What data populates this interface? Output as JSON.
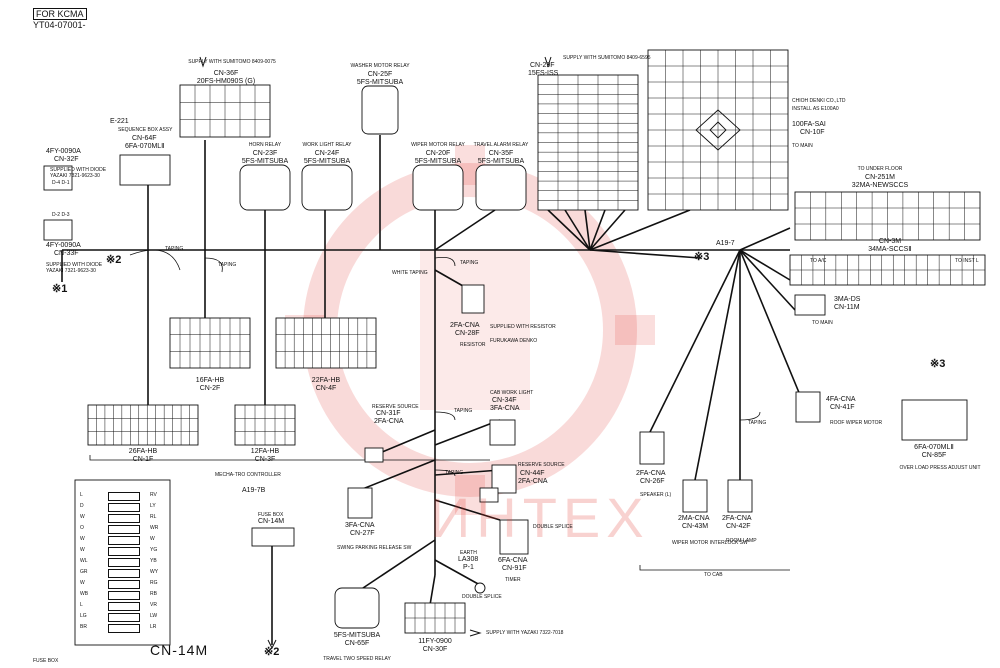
{
  "header": {
    "variant": "FOR KCMA",
    "doc_number": "YT04-07001-"
  },
  "watermark_text": "ИНТЕХ",
  "colors": {
    "line": "#111111",
    "watermark": "#e0302a"
  },
  "trunk": {
    "harness_id": "A19-7",
    "taping": "TAPING",
    "white_taping": "WHITE TAPING",
    "double_splice": "DOUBLE SPLICE",
    "mecha_tro": "MECHA-TRO CONTROLLER",
    "to_main": "TO MAIN",
    "to_cab": "TO CAB"
  },
  "connectors": {
    "cn36f": {
      "note": "SUPPLY WITH SUMITOMO 8409-0075",
      "id": "CN-36F",
      "type": "20FS-HM090S (G)"
    },
    "cn25f": {
      "note": "WASHER MOTOR RELAY",
      "id": "CN-25F",
      "type": "5FS-MITSUBA"
    },
    "cn29f": {
      "note": "SUPPLY WITH SUMITOMO 8409-6595",
      "id": "CN-29F",
      "type": "15FS-ISS"
    },
    "cn10f": {
      "maker": "CHIOH DENKI CO.,LTD",
      "install": "INSTALL AS E100A0",
      "id": "CN-10F",
      "type": "100FA-SAI",
      "to": "TO MAIN"
    },
    "cn64f": {
      "code": "E-221",
      "note": "SEQUENCE BOX ASSY",
      "id": "CN-64F",
      "type": "6FA-070MLⅡ"
    },
    "cn32f": {
      "type": "4FY-0090A",
      "id": "CN-32F",
      "supply": "SUPPLIED WITH DIODE",
      "part": "YAZAKI 7321-9623-30",
      "diode": "D-4  D-1"
    },
    "cn33f": {
      "diode": "D-2  D-3",
      "type": "4FY-0090A",
      "id": "CN-33F",
      "supply": "SUPPLIED WITH DIODE",
      "part": "YAZAKI 7321-9623-30"
    },
    "cn23f": {
      "note": "HORN RELAY",
      "id": "CN-23F",
      "type": "5FS-MITSUBA"
    },
    "cn24f": {
      "note": "WORK LIGHT RELAY",
      "id": "CN-24F",
      "type": "5FS-MITSUBA"
    },
    "cn20f": {
      "note": "WIPER MOTOR RELAY",
      "id": "CN-20F",
      "type": "5FS-MITSUBA"
    },
    "cn35f": {
      "note": "TRAVEL ALARM RELAY",
      "id": "CN-35F",
      "type": "5FS-MITSUBA"
    },
    "cn251m": {
      "note": "TO UNDER FLOOR",
      "id": "CN-251M",
      "type": "32MA-NEWSCCS"
    },
    "cn3m": {
      "id": "CN-3M",
      "type": "34MA-SCCSⅡ",
      "to_ac": "TO A/C",
      "to_inst": "TO INST L"
    },
    "cn11m": {
      "type": "3MA-DS",
      "id": "CN-11M",
      "to": "TO MAIN"
    },
    "cn2f": {
      "type": "16FA-HB",
      "id": "CN-2F"
    },
    "cn4f": {
      "type": "22FA-HB",
      "id": "CN-4F"
    },
    "cn28f": {
      "type": "2FA-CNA",
      "id": "CN-28F",
      "supply": "SUPPLIED WITH RESISTOR",
      "maker": "FURUKAWA DENKO",
      "note": "RESISTOR"
    },
    "cn1f": {
      "type": "26FA-HB",
      "id": "CN-1F"
    },
    "cn3f": {
      "type": "12FA-HB",
      "id": "CN-3F"
    },
    "cn31f": {
      "note": "RESERVE SOURCE",
      "id": "CN-31F",
      "type": "2FA-CNA"
    },
    "cn34f": {
      "note": "CAB WORK LIGHT",
      "id": "CN-34F",
      "type": "3FA-CNA"
    },
    "cn41f": {
      "type": "4FA-CNA",
      "id": "CN-41F",
      "note": "ROOF WIPER MOTOR"
    },
    "cn85f": {
      "mark": "※3",
      "type": "6FA-070MLⅡ",
      "id": "CN-85F",
      "note": "OVER LOAD PRESS ADJUST UNIT"
    },
    "cn26f": {
      "type": "2FA-CNA",
      "id": "CN-26F",
      "note": "SPEAKER (L)"
    },
    "cn43m": {
      "type": "2MA-CNA",
      "id": "CN-43M",
      "note": "WIPER MOTOR INTERLOCK SW"
    },
    "cn42f": {
      "type": "2FA-CNA",
      "id": "CN-42F",
      "note": "ROOM LAMP"
    },
    "cn44f": {
      "note": "RESERVE SOURCE",
      "id": "CN-44F",
      "type": "2FA-CNA"
    },
    "cn27f": {
      "type": "3FA-CNA",
      "id": "CN-27F",
      "note": "SWING PARKING RELEASE SW"
    },
    "cn91f": {
      "type": "6FA-CNA",
      "id": "CN-91F",
      "note": "TIMER"
    },
    "cn14m": {
      "harness": "A19-7B",
      "note": "FUSE BOX",
      "id": "CN-14M",
      "bottom_label": "CN-14M",
      "fuse_caption": "FUSE BOX"
    },
    "earth": {
      "label": "EARTH",
      "type": "LA308",
      "id": "P-1",
      "splice": "DOUBLE SPLICE"
    },
    "cn65f": {
      "type": "5FS-MITSUBA",
      "id": "CN-65F",
      "note": "TRAVEL TWO SPEED RELAY"
    },
    "cn30f": {
      "type": "11FY-0900",
      "id": "CN-30F",
      "supply": "SUPPLY WITH YAZAKI 7322-7018"
    }
  },
  "marks": {
    "m1": "※1",
    "m2": "※2",
    "m3": "※3",
    "m2_bottom": "※2"
  },
  "fuse_rows": [
    "L",
    "D",
    "W",
    "O",
    "W",
    "W",
    "WL",
    "GR",
    "W",
    "WB",
    "L",
    "LG",
    "BR"
  ],
  "fuse_rows_right": [
    "RV",
    "LY",
    "RL",
    "WR",
    "W",
    "YG",
    "YB",
    "WY",
    "RG",
    "RB",
    "VR",
    "LW",
    "LR"
  ]
}
